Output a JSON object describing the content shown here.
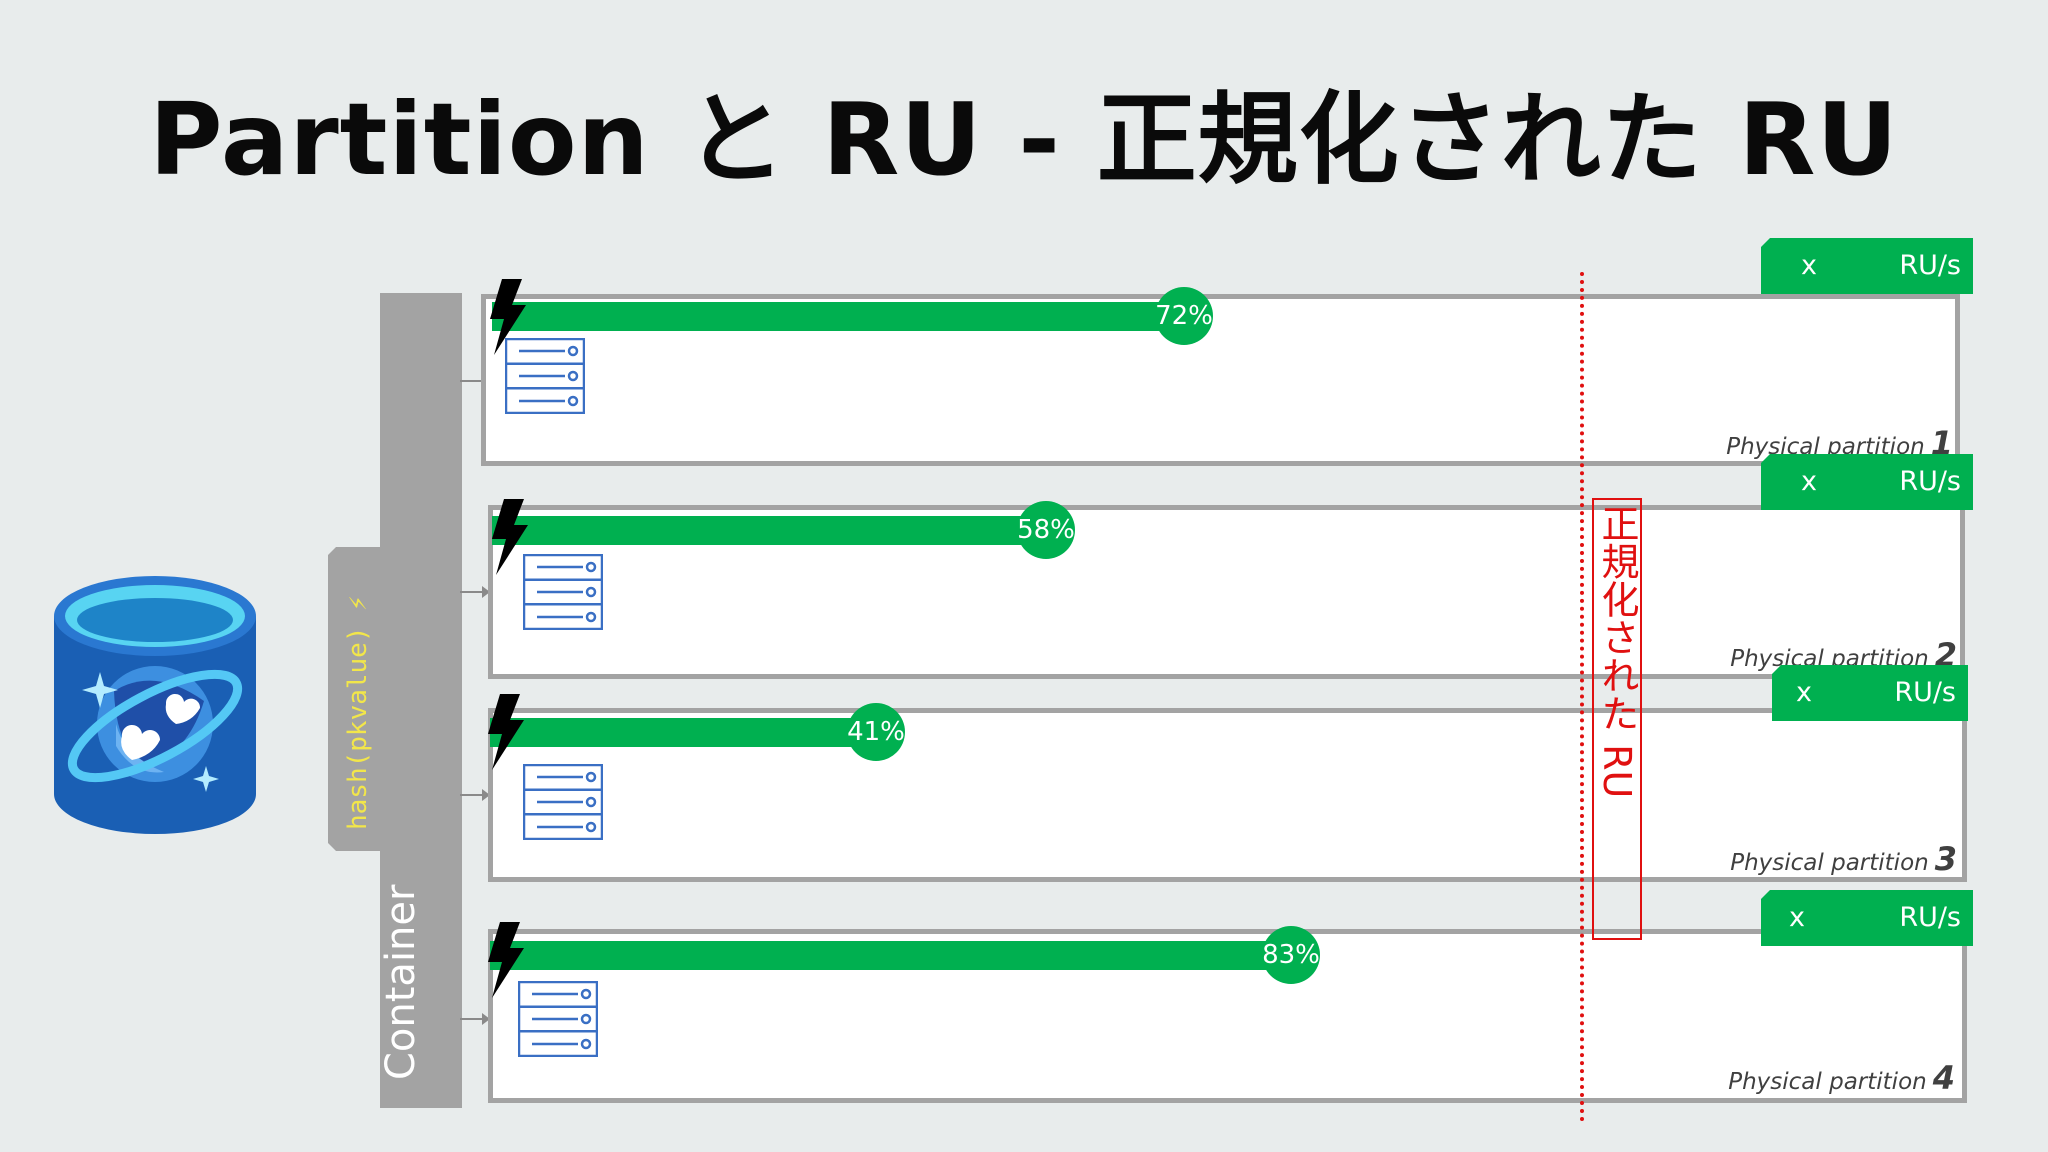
{
  "title": "Partition と RU - 正規化された RU",
  "container_label": "Container",
  "hash_label": "hash(pkvalue) ⚡",
  "normalized_ru_label": "正規化された RU",
  "colors": {
    "bar": "#00b050",
    "frame": "#a3a3a3",
    "normalized_line": "#e01010",
    "hash_text": "#f2e64a"
  },
  "icons": {
    "database": "cosmos-db-icon",
    "throttle": "lightning-icon",
    "server": "server-icon"
  },
  "partitions": [
    {
      "label": "Physical partition",
      "number": "1",
      "percent_label": "72%",
      "usage": 0.72,
      "ru_x": "x",
      "ru_unit": "RU/s"
    },
    {
      "label": "Physical partition",
      "number": "2",
      "percent_label": "58%",
      "usage": 0.58,
      "ru_x": "x",
      "ru_unit": "RU/s"
    },
    {
      "label": "Physical partition",
      "number": "3",
      "percent_label": "41%",
      "usage": 0.41,
      "ru_x": "x",
      "ru_unit": "RU/s"
    },
    {
      "label": "Physical partition",
      "number": "4",
      "percent_label": "83%",
      "usage": 0.83,
      "ru_x": "x",
      "ru_unit": "RU/s"
    }
  ]
}
